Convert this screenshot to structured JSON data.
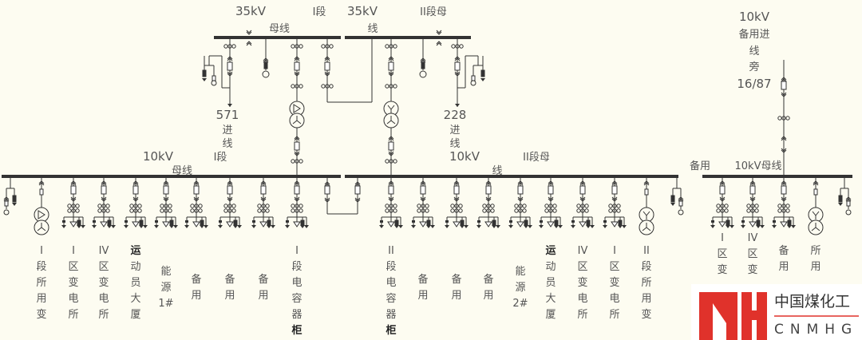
{
  "bus_labels": {
    "b35_kv1": "35kV",
    "b35_seg1": "I段",
    "b35_mx1": "母线",
    "b35_kv2": "35kV",
    "b35_seg2": "II段母",
    "b35_mx2": "线",
    "b10_kv1": "10kV",
    "b10_seg1": "I段",
    "b10_mx1": "母线",
    "b10_kv2": "10kV",
    "b10_seg2": "II段母",
    "b10_mx2": "线",
    "spare_prefix": "备用",
    "spare_bus": "10kV母线"
  },
  "incoming": [
    {
      "number": "571",
      "lines": [
        "进",
        "线"
      ]
    },
    {
      "number": "228",
      "lines": [
        "进",
        "线"
      ]
    }
  ],
  "spare_incoming": {
    "lines": [
      "10kV",
      "备用进",
      "线",
      "旁",
      "16/87"
    ]
  },
  "feeders": [
    {
      "lines": [
        "I",
        "段",
        "所",
        "用",
        "变"
      ]
    },
    {
      "lines": [
        "I",
        "区",
        "变",
        "电",
        "所"
      ]
    },
    {
      "lines": [
        "IV",
        "区",
        "变",
        "电",
        "所"
      ]
    },
    {
      "lines": [
        "运",
        "动",
        "员",
        "大",
        "厦"
      ]
    },
    {
      "lines": [
        "能",
        "源",
        "1#"
      ]
    },
    {
      "lines": [
        "备",
        "用"
      ]
    },
    {
      "lines": [
        "备",
        "用"
      ]
    },
    {
      "lines": [
        "备",
        "用"
      ]
    },
    {
      "lines": [
        "I",
        "段",
        "电",
        "容",
        "器",
        "柜"
      ]
    },
    {
      "lines": [
        "II",
        "段",
        "电",
        "容",
        "器",
        "柜"
      ]
    },
    {
      "lines": [
        "备",
        "用"
      ]
    },
    {
      "lines": [
        "备",
        "用"
      ]
    },
    {
      "lines": [
        "备",
        "用"
      ]
    },
    {
      "lines": [
        "能",
        "源",
        "2#"
      ]
    },
    {
      "lines": [
        "运",
        "动",
        "员",
        "大",
        "厦"
      ]
    },
    {
      "lines": [
        "IV",
        "区",
        "变",
        "电",
        "所"
      ]
    },
    {
      "lines": [
        "I",
        "区",
        "变",
        "电",
        "所"
      ]
    },
    {
      "lines": [
        "II",
        "段",
        "所",
        "用",
        "变"
      ]
    },
    {
      "lines": [
        "I",
        "区",
        "变"
      ]
    },
    {
      "lines": [
        "IV",
        "区",
        "变"
      ]
    },
    {
      "lines": [
        "备",
        "用"
      ]
    },
    {
      "lines": [
        "所",
        "用"
      ]
    }
  ],
  "logo": {
    "cn": "中国煤化工",
    "en": "CNMHG"
  },
  "colors": {
    "background": "#fdfcf1",
    "line": "#333333",
    "text": "#555555",
    "logo_red": "#e0322b"
  }
}
